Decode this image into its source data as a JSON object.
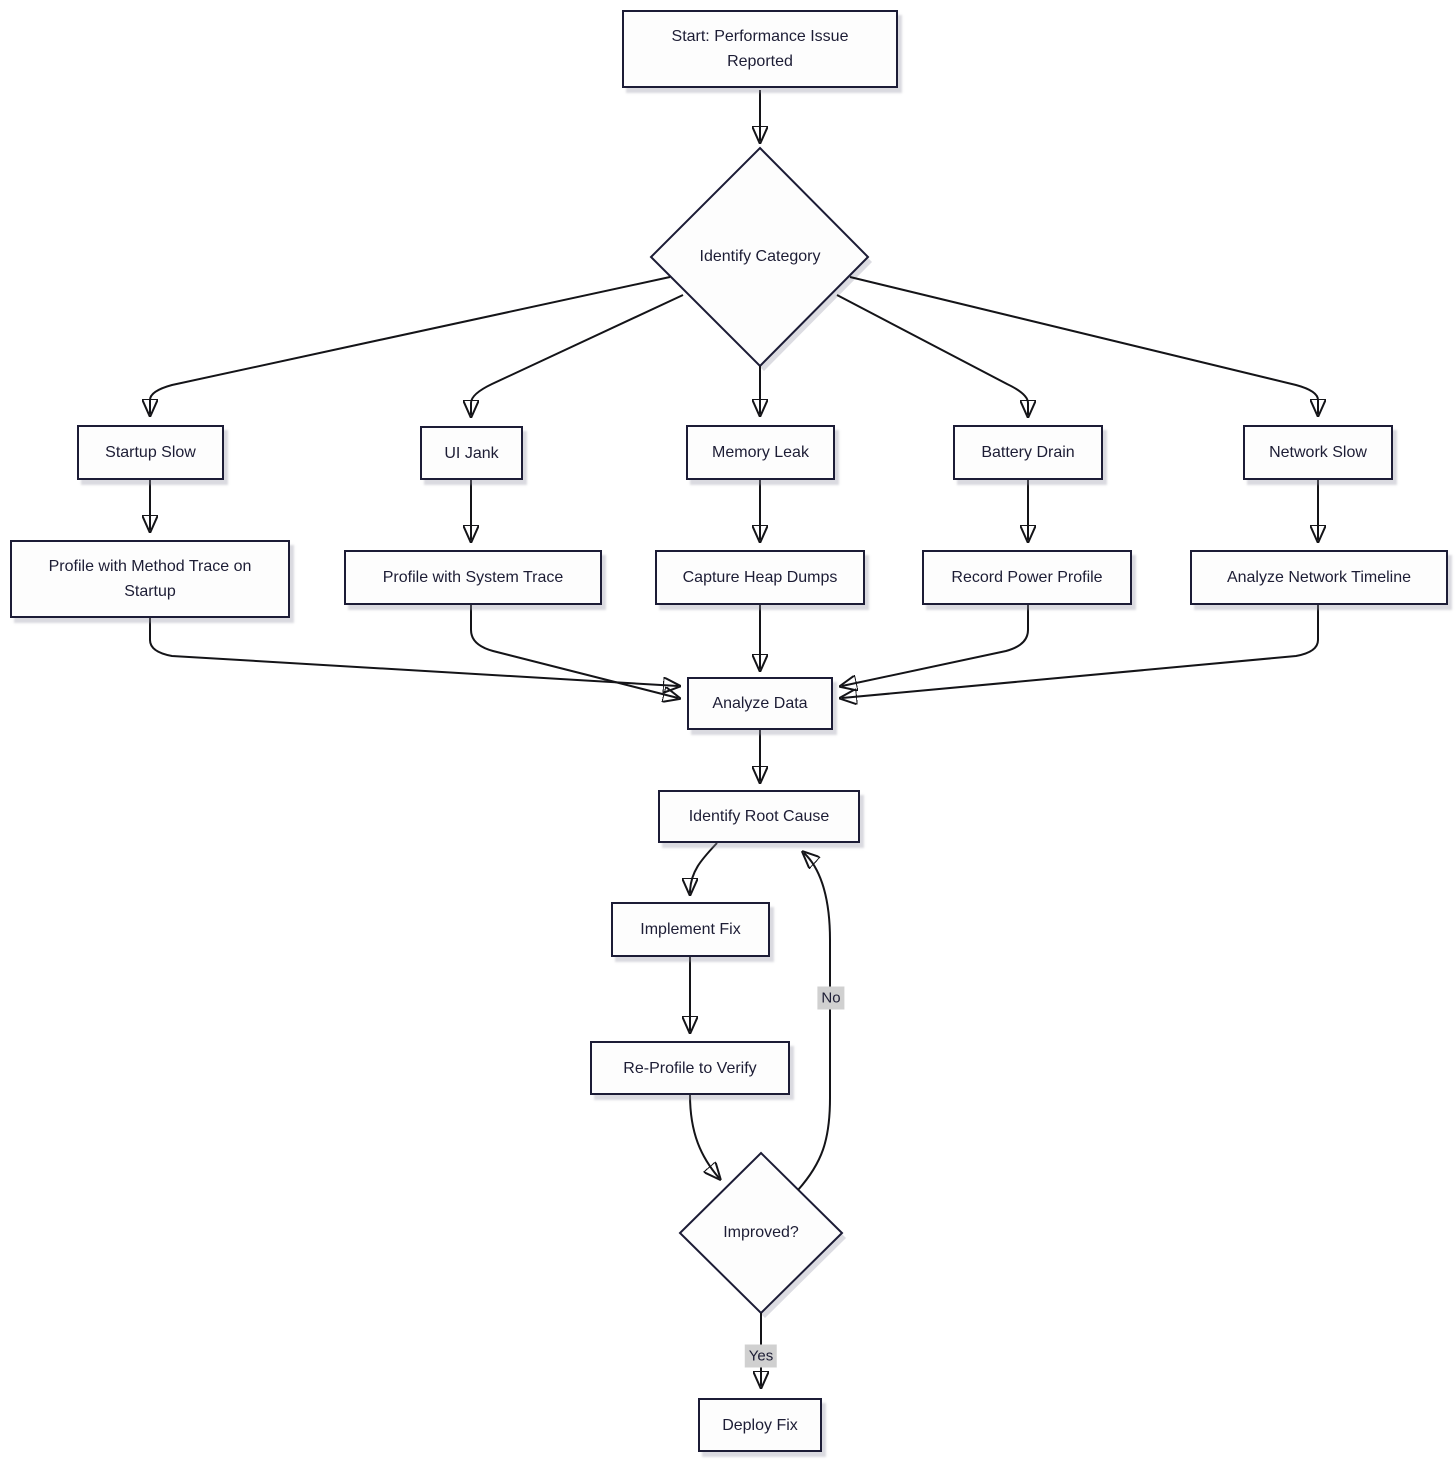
{
  "diagram_type": "flowchart",
  "nodes": {
    "start": {
      "label": "Start: Performance Issue Reported",
      "shape": "rectangle"
    },
    "identify_category": {
      "label": "Identify Category",
      "shape": "diamond"
    },
    "startup_slow": {
      "label": "Startup Slow",
      "shape": "rectangle"
    },
    "ui_jank": {
      "label": "UI Jank",
      "shape": "rectangle"
    },
    "memory_leak": {
      "label": "Memory Leak",
      "shape": "rectangle"
    },
    "battery_drain": {
      "label": "Battery Drain",
      "shape": "rectangle"
    },
    "network_slow": {
      "label": "Network Slow",
      "shape": "rectangle"
    },
    "profile_method_trace": {
      "label": "Profile with Method Trace on Startup",
      "shape": "rectangle"
    },
    "profile_system_trace": {
      "label": "Profile with System Trace",
      "shape": "rectangle"
    },
    "capture_heap_dumps": {
      "label": "Capture Heap Dumps",
      "shape": "rectangle"
    },
    "record_power_profile": {
      "label": "Record Power Profile",
      "shape": "rectangle"
    },
    "analyze_network_timeline": {
      "label": "Analyze Network Timeline",
      "shape": "rectangle"
    },
    "analyze_data": {
      "label": "Analyze Data",
      "shape": "rectangle"
    },
    "identify_root_cause": {
      "label": "Identify Root Cause",
      "shape": "rectangle"
    },
    "implement_fix": {
      "label": "Implement Fix",
      "shape": "rectangle"
    },
    "re_profile": {
      "label": "Re-Profile to Verify",
      "shape": "rectangle"
    },
    "improved": {
      "label": "Improved?",
      "shape": "diamond"
    },
    "deploy_fix": {
      "label": "Deploy Fix",
      "shape": "rectangle"
    }
  },
  "edge_labels": {
    "no": "No",
    "yes": "Yes"
  },
  "edges": [
    {
      "from": "start",
      "to": "identify_category",
      "label": ""
    },
    {
      "from": "identify_category",
      "to": "startup_slow",
      "label": ""
    },
    {
      "from": "identify_category",
      "to": "ui_jank",
      "label": ""
    },
    {
      "from": "identify_category",
      "to": "memory_leak",
      "label": ""
    },
    {
      "from": "identify_category",
      "to": "battery_drain",
      "label": ""
    },
    {
      "from": "identify_category",
      "to": "network_slow",
      "label": ""
    },
    {
      "from": "startup_slow",
      "to": "profile_method_trace",
      "label": ""
    },
    {
      "from": "ui_jank",
      "to": "profile_system_trace",
      "label": ""
    },
    {
      "from": "memory_leak",
      "to": "capture_heap_dumps",
      "label": ""
    },
    {
      "from": "battery_drain",
      "to": "record_power_profile",
      "label": ""
    },
    {
      "from": "network_slow",
      "to": "analyze_network_timeline",
      "label": ""
    },
    {
      "from": "profile_method_trace",
      "to": "analyze_data",
      "label": ""
    },
    {
      "from": "profile_system_trace",
      "to": "analyze_data",
      "label": ""
    },
    {
      "from": "capture_heap_dumps",
      "to": "analyze_data",
      "label": ""
    },
    {
      "from": "record_power_profile",
      "to": "analyze_data",
      "label": ""
    },
    {
      "from": "analyze_network_timeline",
      "to": "analyze_data",
      "label": ""
    },
    {
      "from": "analyze_data",
      "to": "identify_root_cause",
      "label": ""
    },
    {
      "from": "identify_root_cause",
      "to": "implement_fix",
      "label": ""
    },
    {
      "from": "implement_fix",
      "to": "re_profile",
      "label": ""
    },
    {
      "from": "re_profile",
      "to": "improved",
      "label": ""
    },
    {
      "from": "improved",
      "to": "identify_root_cause",
      "label": "No"
    },
    {
      "from": "improved",
      "to": "deploy_fix",
      "label": "Yes"
    }
  ],
  "colors": {
    "background": "#ffffff",
    "node_fill": "#fdfdfd",
    "node_border": "#1c1c36",
    "text": "#1d1d35",
    "edge": "#141418",
    "edge_label_bg": "#d0d0d0",
    "shadow": "#dcdce2"
  }
}
